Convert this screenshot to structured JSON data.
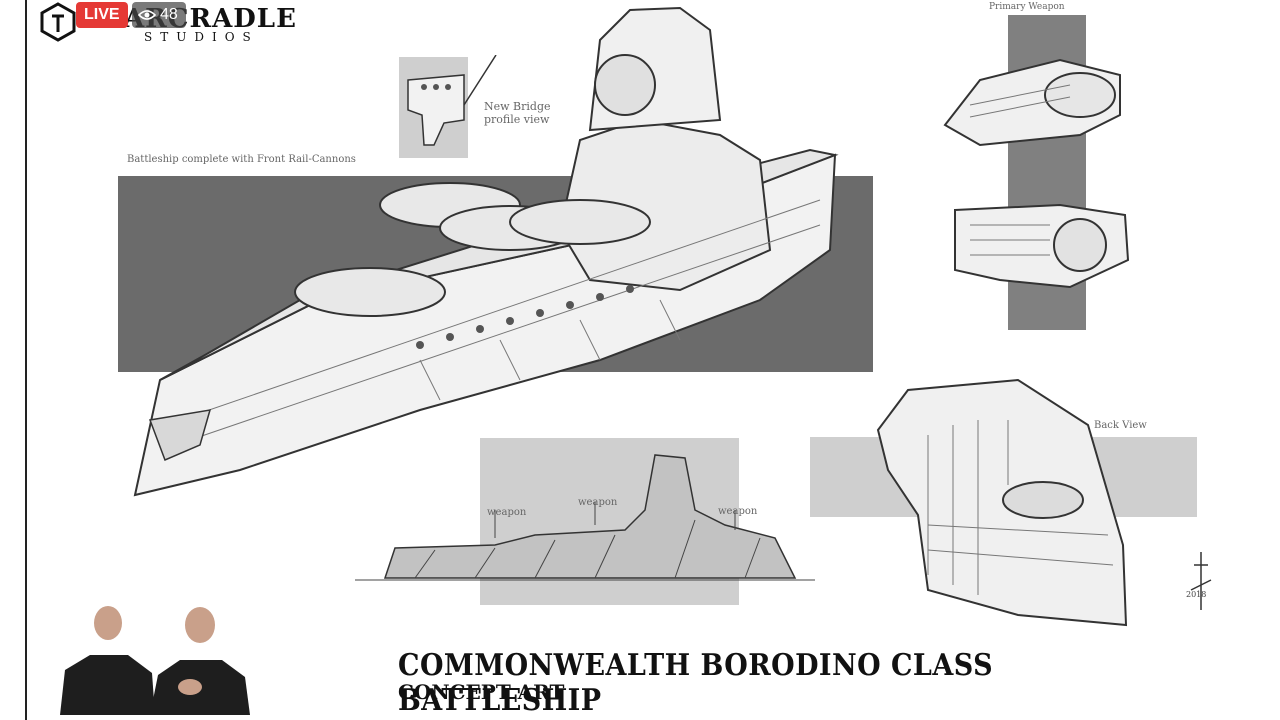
{
  "stream": {
    "live_label": "LIVE",
    "viewer_count": "48",
    "logo_title": "ARCRADLE",
    "logo_subtitle": "STUDIOS"
  },
  "sheet": {
    "title": "COMMONWEALTH BORODINO CLASS BATTLESHIP",
    "subtitle": "CONCEPT ART",
    "caption_main": "Battleship complete with Front Rail-Cannons",
    "caption_bridge_line1": "New Bridge",
    "caption_bridge_line2": "profile view",
    "caption_weapon_top": "Primary Weapon",
    "caption_back": "Back View",
    "weapon_labels": [
      "weapon",
      "weapon",
      "weapon"
    ],
    "signature_year": "2018"
  },
  "colors": {
    "live_red": "#e53935",
    "panel_dark": "#6b6b6b",
    "panel_light": "#cfcfcf"
  }
}
